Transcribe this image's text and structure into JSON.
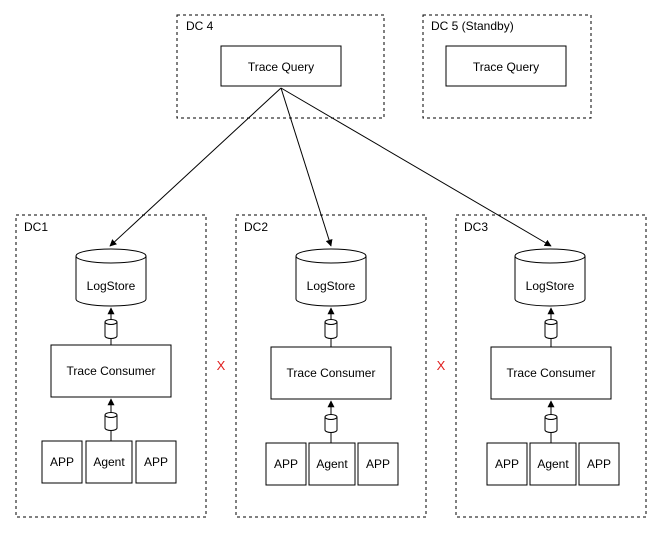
{
  "datacenters": {
    "dc4": {
      "label": "DC 4",
      "service": "Trace Query"
    },
    "dc5": {
      "label": "DC 5 (Standby)",
      "service": "Trace Query"
    },
    "dc1": {
      "label": "DC1"
    },
    "dc2": {
      "label": "DC2"
    },
    "dc3": {
      "label": "DC3"
    }
  },
  "components": {
    "logstore": "LogStore",
    "consumer": "Trace Consumer",
    "app": "APP",
    "agent": "Agent"
  },
  "separator": "X",
  "colors": {
    "separator": "#e02020",
    "stroke": "#000000",
    "background": "#ffffff"
  }
}
